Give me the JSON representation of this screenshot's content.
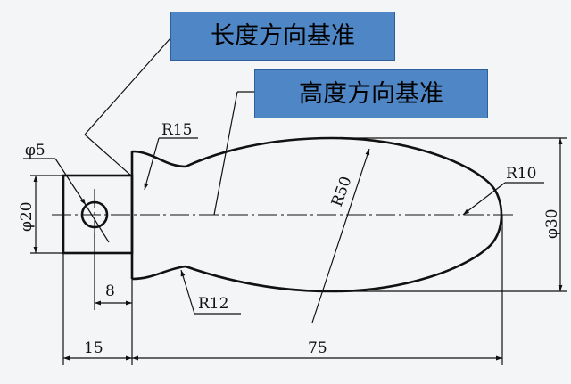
{
  "callouts": {
    "length_datum": "长度方向基准",
    "height_datum": "高度方向基准"
  },
  "dimensions": {
    "hole_dia": "φ5",
    "square_height": "φ20",
    "hole_offset": "8",
    "square_length": "15",
    "body_length": "75",
    "neck_radius_top": "R15",
    "neck_radius_bottom": "R12",
    "body_radius": "R50",
    "tip_radius": "R10",
    "max_dia": "φ30"
  },
  "colors": {
    "callout_fill": "#4f86c6",
    "background": "#f4f5f6",
    "line": "#111111"
  }
}
